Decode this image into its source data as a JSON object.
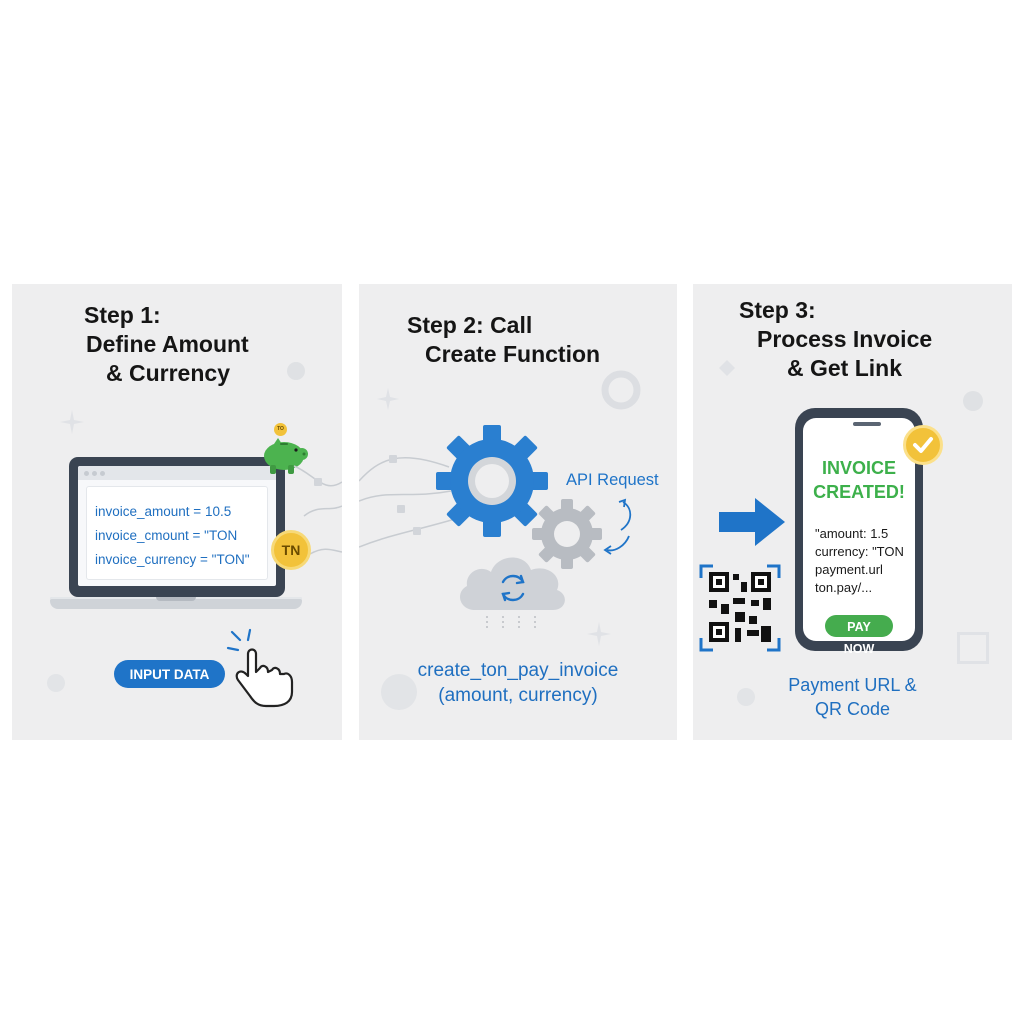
{
  "colors": {
    "panel_bg": "#eeeeef",
    "accent_blue": "#1f74c8",
    "accent_green": "#3db04b",
    "coin_gold": "#f2c23a",
    "device_dark": "#3a4452"
  },
  "steps": [
    {
      "title_lines": [
        "Step 1:",
        "Define Amount",
        "& Currency"
      ],
      "code": [
        "invoice_amount = 10.5",
        "invoice_cmount = \"TON",
        "invoice_currency = \"TON\""
      ],
      "button_label": "INPUT DATA",
      "coin_label": "TN",
      "mini_coin_label": "TO",
      "icons": [
        "laptop-icon",
        "piggy-bank-icon",
        "ton-coin-icon",
        "pointer-hand-icon"
      ]
    },
    {
      "title_lines": [
        "Step 2: Call",
        "Create Function"
      ],
      "api_label": "API Request",
      "function_lines": [
        "create_ton_pay_invoice",
        "(amount, currency)"
      ],
      "icons": [
        "gear-icon",
        "small-gear-icon",
        "cloud-sync-icon",
        "refresh-arrows-icon"
      ]
    },
    {
      "title_lines": [
        "Step 3:",
        "Process Invoice",
        "& Get Link"
      ],
      "invoice_title_lines": [
        "INVOICE",
        "CREATED!"
      ],
      "invoice_code": [
        "\"amount: 1.5",
        "currency: \"TON",
        "payment.url",
        "ton.pay/..."
      ],
      "button_label": "PAY NOW",
      "caption_lines": [
        "Payment URL &",
        "QR Code"
      ],
      "icons": [
        "arrow-right-icon",
        "qr-code-icon",
        "phone-icon",
        "check-badge-icon"
      ]
    }
  ]
}
